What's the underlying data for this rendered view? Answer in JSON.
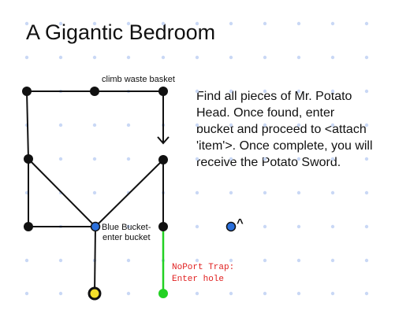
{
  "title": "A Gigantic Bedroom",
  "description_lines": [
    "Find all pieces of Mr. Potato",
    "Head. Once found, enter",
    "bucket and proceed to <attach",
    "'item'>. Once complete, you will",
    "receive the Potato Sword."
  ],
  "labels": {
    "climb": "climb waste basket",
    "bucket_line1": "Blue Bucket-",
    "bucket_line2": "enter bucket",
    "trap_line1": "NoPort Trap:",
    "trap_line2": "Enter hole",
    "marker_caret": "^"
  },
  "colors": {
    "node": "#111111",
    "edge": "#111111",
    "grid_dot": "#c9d8f5",
    "blue_node": "#2a6fdb",
    "yellow_node": "#f5e02a",
    "green": "#22d122",
    "trap_text": "#e02020"
  }
}
